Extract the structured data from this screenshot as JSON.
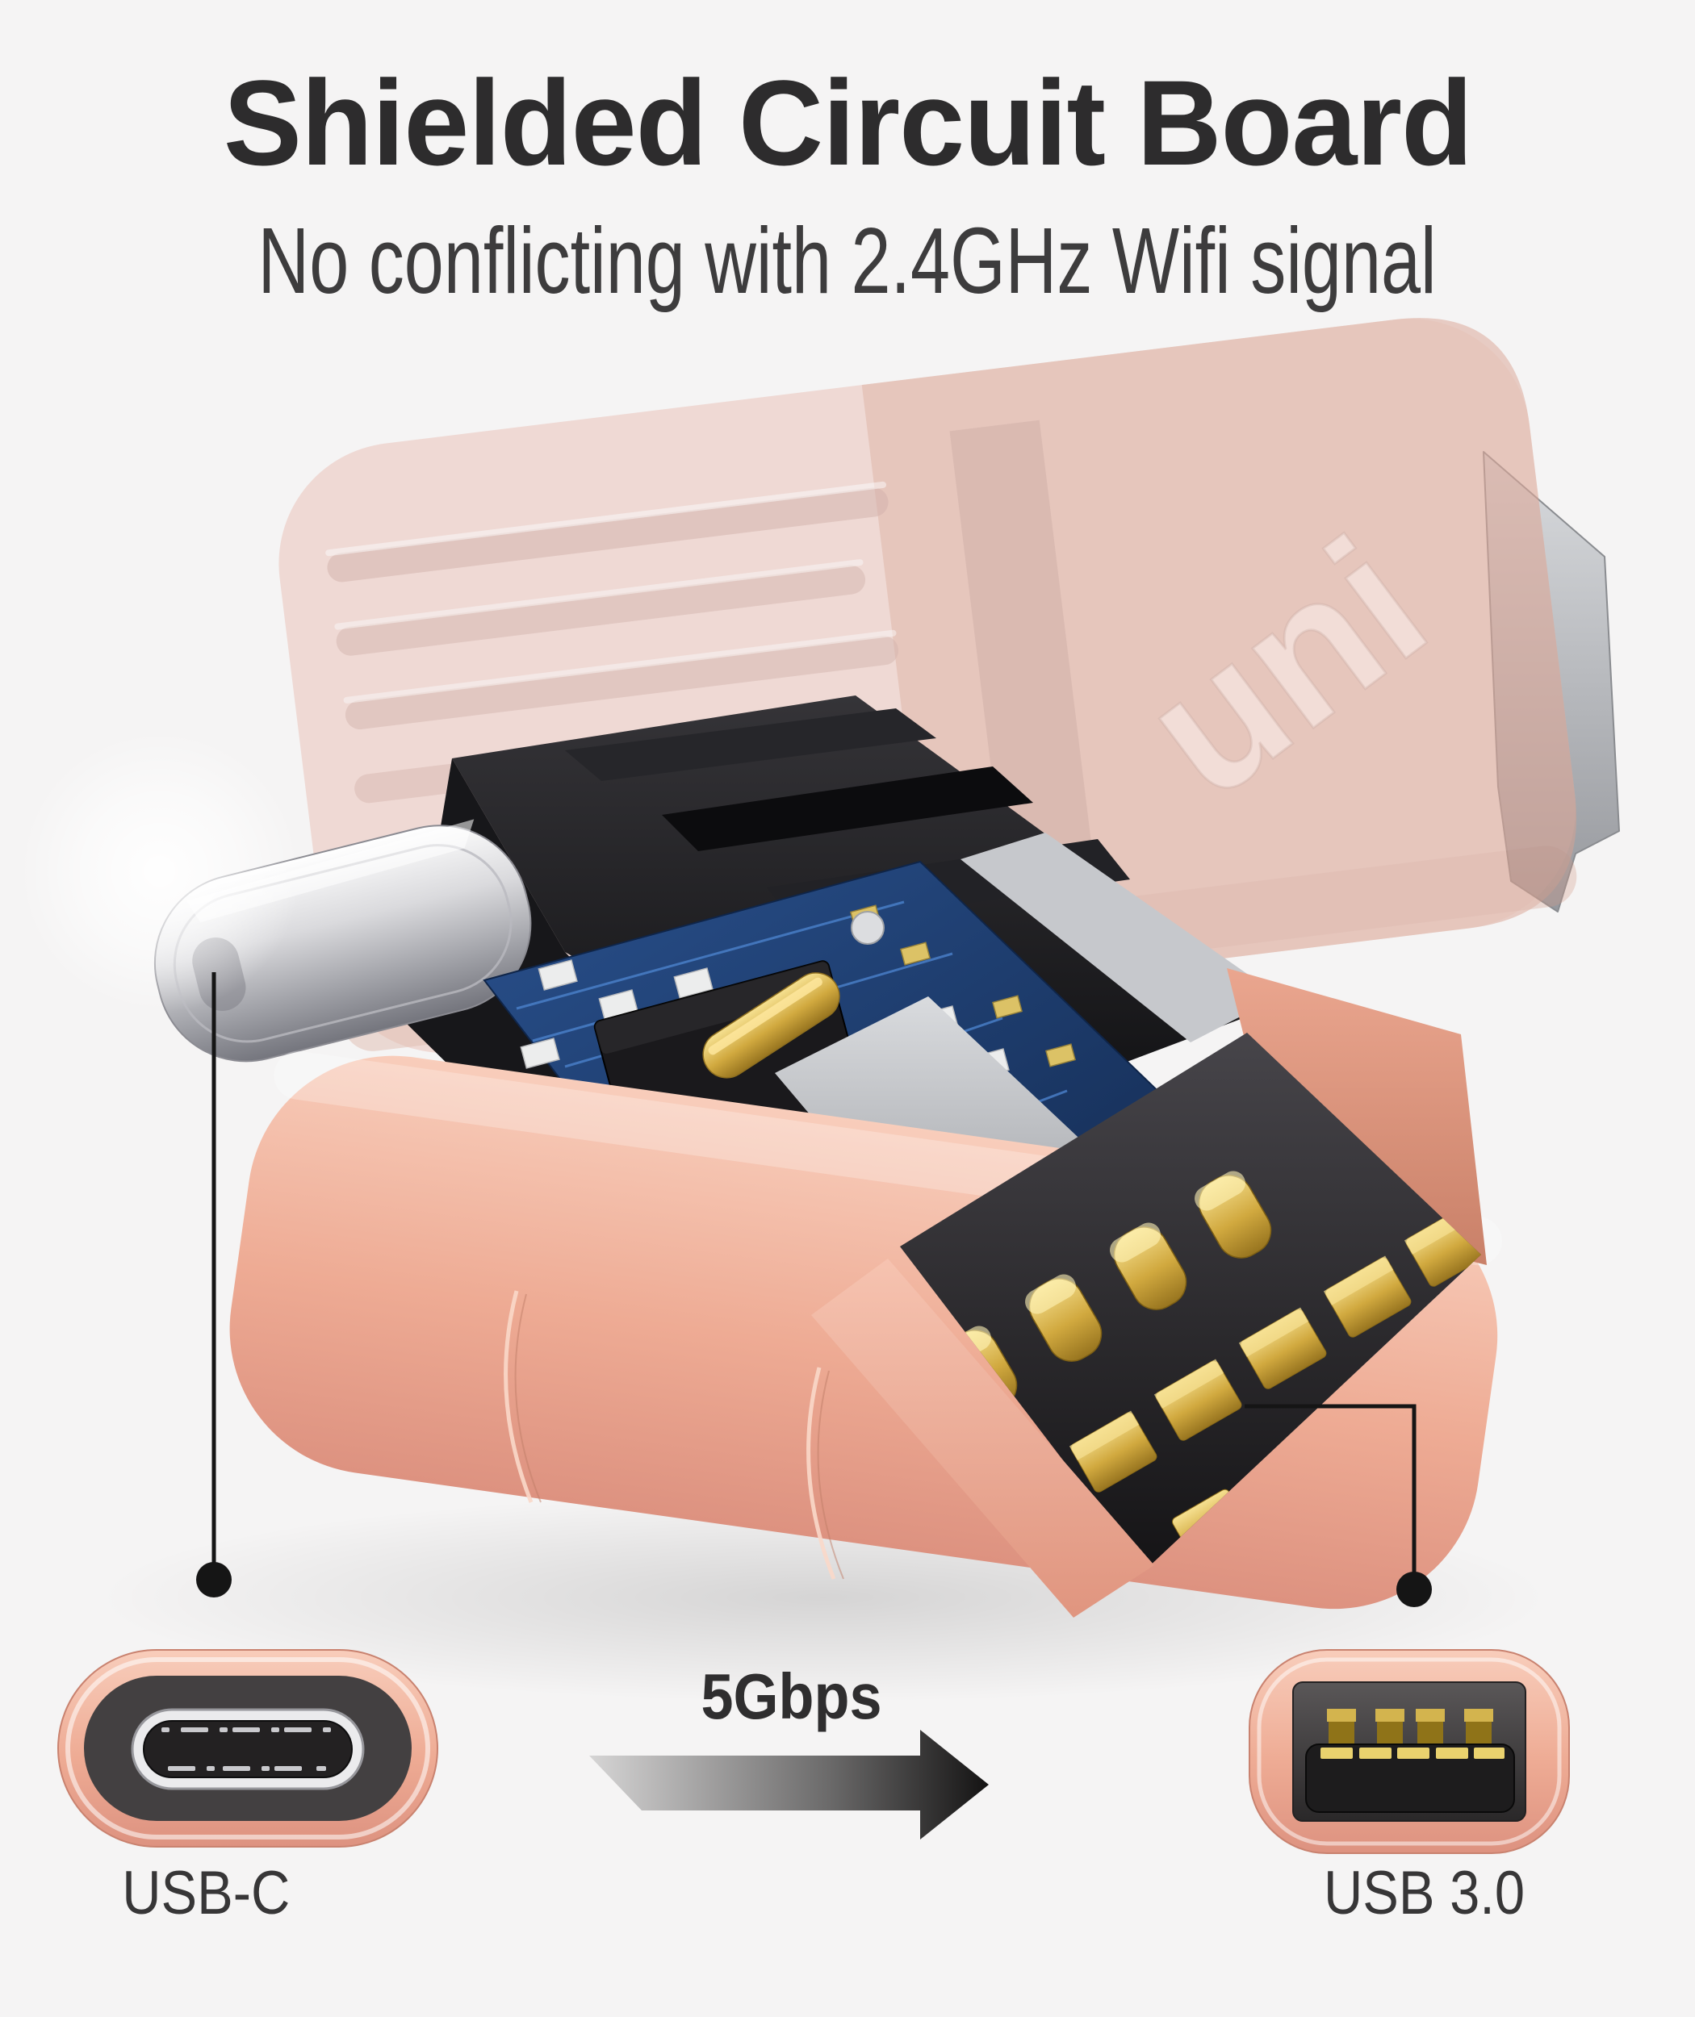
{
  "page": {
    "background_color": "#f5f4f4",
    "title": "Shielded Circuit Board",
    "subtitle": "No conflicting with 2.4GHz Wifi signal"
  },
  "diagram": {
    "product": "USB-C to USB 3.0 adapter exploded view",
    "brand": {
      "embossed_logo": "uni"
    },
    "speed": {
      "label": "5Gbps"
    },
    "left_port": {
      "label": "USB-C"
    },
    "right_port": {
      "label": "USB 3.0"
    },
    "colors": {
      "rose_gold": "#eda994",
      "rose_gold_light": "#f8cdbb",
      "rose_gold_deep": "#d98b76",
      "ghost_cover_pink": "#e9c0b6",
      "metal_silver": "#c9c9ce",
      "black_plastic": "#141416",
      "pcb_blue": "#1e3c6e",
      "gold_contact": "#d1a93f",
      "callout_black": "#151515",
      "title_text": "#2d2c2d",
      "subtitle_text": "#3d3c3d",
      "label_text": "#373637"
    }
  }
}
